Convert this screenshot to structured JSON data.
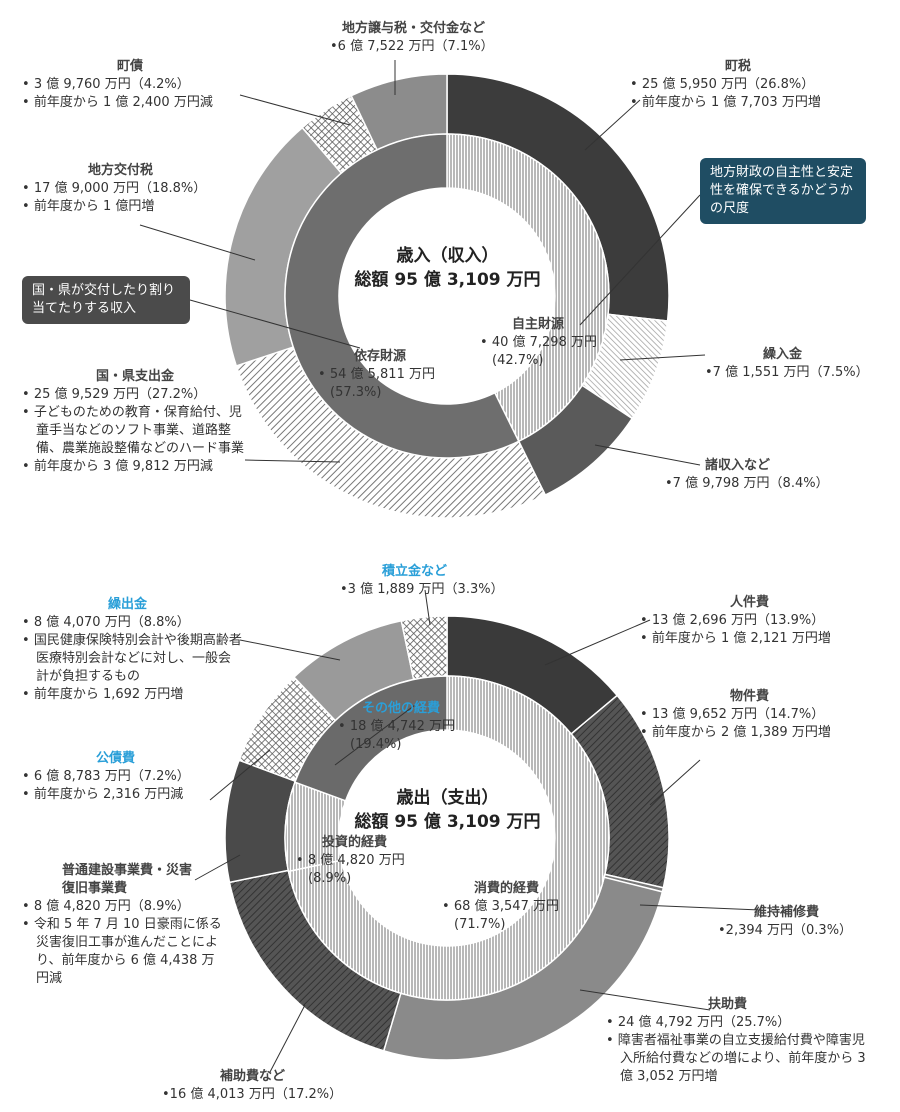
{
  "chart_data": [
    {
      "type": "pie",
      "title": "歳入（収入）",
      "subtitle": "総額 95 億 3,109 万円",
      "inner_ring": [
        {
          "name": "自主財源",
          "value_text": "40 億 7,298 万円",
          "percent_text": "(42.7%)",
          "percent": 42.7
        },
        {
          "name": "依存財源",
          "value_text": "54 億 5,811 万円",
          "percent_text": "(57.3%)",
          "percent": 57.3
        }
      ],
      "outer_ring": [
        {
          "name": "町税",
          "percent": 26.8,
          "lines": [
            "25 億 5,950 万円（26.8%）",
            "前年度から 1 億 7,703 万円増"
          ]
        },
        {
          "name": "繰入金",
          "percent": 7.5,
          "lines": [
            "7 億 1,551 万円（7.5%）"
          ]
        },
        {
          "name": "諸収入など",
          "percent": 8.4,
          "lines": [
            "7 億 9,798 万円（8.4%）"
          ]
        },
        {
          "name": "国・県支出金",
          "percent": 27.2,
          "lines": [
            "25 億 9,529 万円（27.2%）",
            "子どものための教育・保育給付、児童手当などのソフト事業、道路整備、農業施設整備などのハード事業",
            "前年度から 3 億 9,812 万円減"
          ]
        },
        {
          "name": "地方交付税",
          "percent": 18.8,
          "lines": [
            "17 億 9,000 万円（18.8%）",
            "前年度から 1 億円増"
          ]
        },
        {
          "name": "町債",
          "percent": 4.2,
          "lines": [
            "3 億 9,760 万円（4.2%）",
            "前年度から 1 億 2,400 万円減"
          ]
        },
        {
          "name": "地方譲与税・交付金など",
          "percent": 7.1,
          "lines": [
            "6 億 7,522 万円（7.1%）"
          ]
        }
      ],
      "callouts": [
        "国・県が交付したり割り当てたりする収入",
        "地方財政の自主性と安定性を確保できるかどうかの尺度"
      ]
    },
    {
      "type": "pie",
      "title": "歳出（支出）",
      "subtitle": "総額 95 億 3,109 万円",
      "inner_ring": [
        {
          "name": "消費的経費",
          "value_text": "68 億 3,547 万円",
          "percent_text": "(71.7%)",
          "percent": 71.7
        },
        {
          "name": "投資的経費",
          "value_text": "8 億 4,820 万円",
          "percent_text": "(8.9%)",
          "percent": 8.9
        },
        {
          "name": "その他の経費",
          "value_text": "18 億 4,742 万円",
          "percent_text": "(19.4%)",
          "percent": 19.4
        }
      ],
      "outer_ring": [
        {
          "name": "人件費",
          "percent": 13.9,
          "lines": [
            "13 億 2,696 万円（13.9%）",
            "前年度から 1 億 2,121 万円増"
          ]
        },
        {
          "name": "物件費",
          "percent": 14.7,
          "lines": [
            "13 億 9,652 万円（14.7%）",
            "前年度から 2 億 1,389 万円増"
          ]
        },
        {
          "name": "維持補修費",
          "percent": 0.3,
          "lines": [
            "2,394 万円（0.3%）"
          ]
        },
        {
          "name": "扶助費",
          "percent": 25.7,
          "lines": [
            "24 億 4,792 万円（25.7%）",
            "障害者福祉事業の自立支援給付費や障害児入所給付費などの増により、前年度から 3 億 3,052 万円増"
          ]
        },
        {
          "name": "補助費など",
          "percent": 17.2,
          "lines": [
            "16 億 4,013 万円（17.2%）"
          ]
        },
        {
          "name": "普通建設事業費・災害復旧事業費",
          "percent": 8.9,
          "lines": [
            "8 億 4,820 万円（8.9%）",
            "令和 5 年 7 月 10 日豪雨に係る災害復旧工事が進んだことにより、前年度から 6 億 4,438 万円減"
          ]
        },
        {
          "name": "公債費",
          "percent": 7.2,
          "lines": [
            "6 億 8,783 万円（7.2%）",
            "前年度から 2,316 万円減"
          ]
        },
        {
          "name": "繰出金",
          "percent": 8.8,
          "lines": [
            "8 億 4,070 万円（8.8%）",
            "国民健康保険特別会計や後期高齢者医療特別会計などに対し、一般会計が負担するもの",
            "前年度から 1,692 万円増"
          ]
        },
        {
          "name": "積立金など",
          "percent": 3.3,
          "lines": [
            "3 億 1,889 万円（3.3%）"
          ]
        }
      ]
    }
  ]
}
